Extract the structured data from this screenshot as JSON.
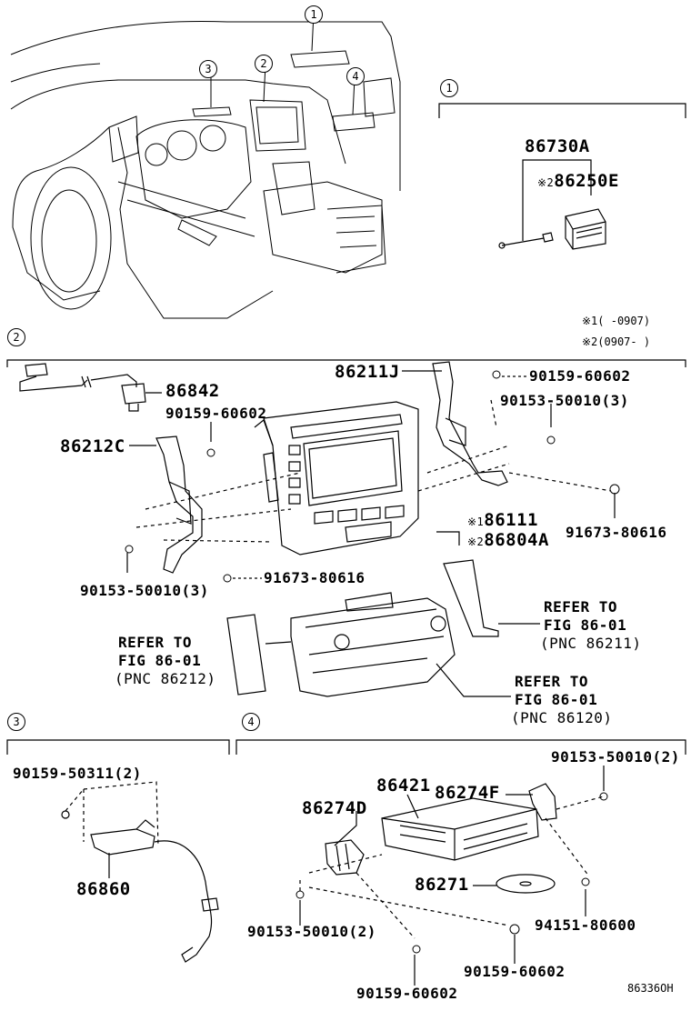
{
  "sections": {
    "s1": "1",
    "s2": "2",
    "s3": "3",
    "s4": "4"
  },
  "callouts": {
    "c1": "1",
    "c2": "2",
    "c3": "3",
    "c4": "4"
  },
  "notes": {
    "n1_mark": "※1",
    "n1_text": "(      -0907)",
    "n2_mark": "※2",
    "n2_text": "(0907-      )"
  },
  "sec1": {
    "p86730A": "86730A",
    "p86250E_mark": "※2",
    "p86250E": "86250E"
  },
  "sec2": {
    "p86211J": "86211J",
    "p90159_top": "90159-60602",
    "p90153_top": "90153-50010(3)",
    "p86842": "86842",
    "p90159_left": "90159-60602",
    "p86212C": "86212C",
    "p86111_mark": "※1",
    "p86111": "86111",
    "p86804A_mark": "※2",
    "p86804A": "86804A",
    "p91673_right": "91673-80616",
    "p90153_left": "90153-50010(3)",
    "p91673_bottom": "91673-80616",
    "ref1_line1": "REFER TO",
    "ref1_line2": "FIG 86-01",
    "ref1_line3": "(PNC 86211)",
    "ref2_line1": "REFER TO",
    "ref2_line2": "FIG 86-01",
    "ref2_line3": "(PNC 86212)",
    "ref3_line1": "REFER TO",
    "ref3_line2": "FIG 86-01",
    "ref3_line3": "(PNC 86120)"
  },
  "sec3": {
    "p90159_50311": "90159-50311(2)",
    "p86860": "86860"
  },
  "sec4": {
    "p90153_top": "90153-50010(2)",
    "p86421": "86421",
    "p86274F": "86274F",
    "p86274D": "86274D",
    "p86271": "86271",
    "p94151": "94151-80600",
    "p90153_bottom": "90153-50010(2)",
    "p90159_right": "90159-60602",
    "p90159_bottom": "90159-60602"
  },
  "figure_code": "86336OH"
}
